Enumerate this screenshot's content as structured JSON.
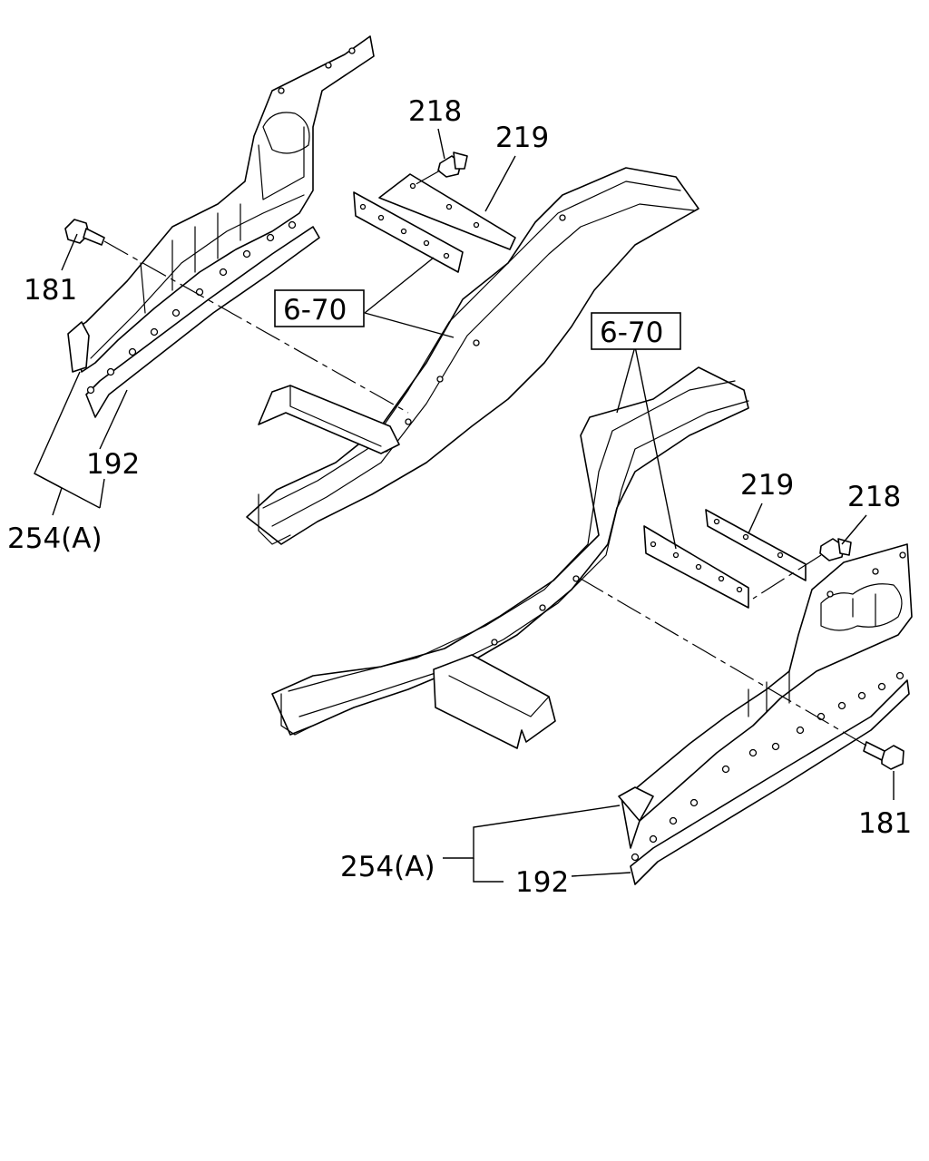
{
  "callouts": {
    "c218_left": "218",
    "c219_left": "219",
    "c181_left": "181",
    "c670_left": "6-70",
    "c192_left": "192",
    "c254_left": "254(A)",
    "c670_right": "6-70",
    "c219_right": "219",
    "c218_right": "218",
    "c181_right": "181",
    "c254_right": "254(A)",
    "c192_right": "192"
  }
}
